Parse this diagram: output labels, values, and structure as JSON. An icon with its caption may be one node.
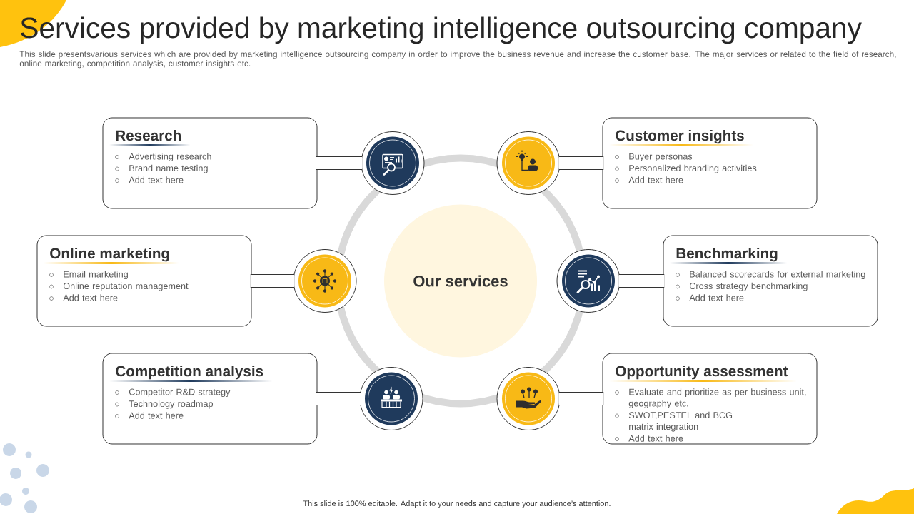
{
  "diagram": {
    "title": "Services provided by marketing intelligence outsourcing company",
    "nodes": [
      {
        "text": [
          "Research",
          "Advertising research",
          "Brand name testing",
          "Add text here"
        ]
      },
      {
        "text": [],
        "shape": "circle"
      },
      {
        "text": [],
        "shape": "circle"
      },
      {
        "text": [
          "Customer insights",
          "Buyer personas",
          "Personalized branding activities",
          "Add text here"
        ]
      },
      {
        "text": [
          "Online marketing",
          "Email marketing",
          "Online reputation management",
          "Add text here"
        ]
      },
      {
        "text": [],
        "shape": "circle"
      },
      {
        "text": [
          "Our services"
        ]
      },
      {
        "text": [],
        "shape": "circle"
      },
      {
        "text": [
          "Benchmarking",
          "Balanced scorecards for external marketing",
          "Cross strategy benchmarking",
          "Add text here"
        ]
      },
      {
        "text": [
          "Competition analysis",
          "Competitor R&D strategy",
          "Technology roadmap",
          "Add text here"
        ]
      },
      {
        "text": [],
        "shape": "circle"
      },
      {
        "text": [],
        "shape": "circle"
      },
      {
        "text": [
          "Opportunity assessment",
          "Evaluate and prioritize as per business unit, geography etc.",
          "SWOT,PESTEL and BCG matrix integration",
          "Add text here"
        ]
      }
    ],
    "edges": [
      {
        "from": 0,
        "to": 1,
        "arrow": "none"
      },
      {
        "from": 3,
        "to": 2,
        "arrow": "none"
      },
      {
        "from": 4,
        "to": 5,
        "arrow": "none"
      },
      {
        "from": 8,
        "to": 7,
        "arrow": "none"
      },
      {
        "from": 9,
        "to": 10,
        "arrow": "none"
      },
      {
        "from": 12,
        "to": 11,
        "arrow": "none"
      }
    ],
    "labels": [
      "This slide presentsvarious services which are provided by marketing intelligence outsourcing company in order to improve the business revenue and increase the customer base. The major services or related to the field of research, online marketing, competition analysis, customer insights etc.",
      "This slide is 100% editable. Adapt it to your needs and capture your audience’s attention."
    ]
  }
}
